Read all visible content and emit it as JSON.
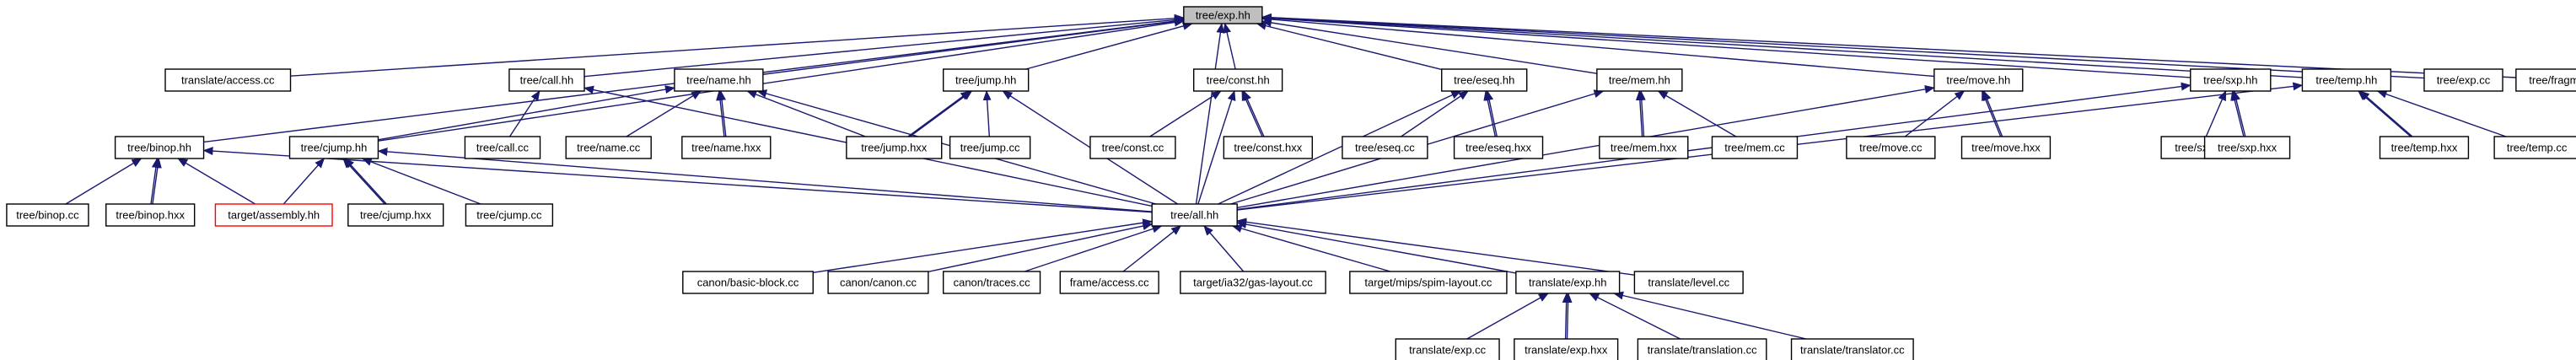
{
  "colors": {
    "edge": "#191970",
    "root_fill": "#bfbfbf",
    "missing_border": "#ff0000"
  },
  "nodes": {
    "exp_hh": {
      "label": "tree/exp.hh",
      "style": "root"
    },
    "tr_access": {
      "label": "translate/access.cc"
    },
    "call_hh": {
      "label": "tree/call.hh"
    },
    "name_hh": {
      "label": "tree/name.hh"
    },
    "jump_hh": {
      "label": "tree/jump.hh"
    },
    "const_hh": {
      "label": "tree/const.hh"
    },
    "eseq_hh": {
      "label": "tree/eseq.hh"
    },
    "mem_hh": {
      "label": "tree/mem.hh"
    },
    "move_hh": {
      "label": "tree/move.hh"
    },
    "sxp_hh": {
      "label": "tree/sxp.hh"
    },
    "temp_hh": {
      "label": "tree/temp.hh"
    },
    "exp_cc": {
      "label": "tree/exp.cc"
    },
    "fragment_cc": {
      "label": "tree/fragment.cc"
    },
    "binop_hh": {
      "label": "tree/binop.hh"
    },
    "cjump_hh": {
      "label": "tree/cjump.hh"
    },
    "call_cc": {
      "label": "tree/call.cc"
    },
    "name_cc": {
      "label": "tree/name.cc"
    },
    "name_hxx": {
      "label": "tree/name.hxx"
    },
    "jump_hxx": {
      "label": "tree/jump.hxx"
    },
    "jump_cc": {
      "label": "tree/jump.cc"
    },
    "const_cc": {
      "label": "tree/const.cc"
    },
    "const_hxx": {
      "label": "tree/const.hxx"
    },
    "eseq_cc": {
      "label": "tree/eseq.cc"
    },
    "eseq_hxx": {
      "label": "tree/eseq.hxx"
    },
    "mem_hxx": {
      "label": "tree/mem.hxx"
    },
    "mem_cc": {
      "label": "tree/mem.cc"
    },
    "move_cc": {
      "label": "tree/move.cc"
    },
    "move_hxx": {
      "label": "tree/move.hxx"
    },
    "sxp_cc": {
      "label": "tree/sxp.cc"
    },
    "sxp_hxx": {
      "label": "tree/sxp.hxx"
    },
    "temp_hxx": {
      "label": "tree/temp.hxx"
    },
    "temp_cc": {
      "label": "tree/temp.cc"
    },
    "binop_cc": {
      "label": "tree/binop.cc"
    },
    "binop_hxx": {
      "label": "tree/binop.hxx"
    },
    "assembly_hh": {
      "label": "target/assembly.hh",
      "style": "missing"
    },
    "cjump_hxx": {
      "label": "tree/cjump.hxx"
    },
    "cjump_cc": {
      "label": "tree/cjump.cc"
    },
    "all_hh": {
      "label": "tree/all.hh"
    },
    "basic_block": {
      "label": "canon/basic-block.cc"
    },
    "canon_cc": {
      "label": "canon/canon.cc"
    },
    "traces_cc": {
      "label": "canon/traces.cc"
    },
    "frame_access": {
      "label": "frame/access.cc"
    },
    "gas_layout": {
      "label": "target/ia32/gas-layout.cc"
    },
    "spim_layout": {
      "label": "target/mips/spim-layout.cc"
    },
    "tr_exp_hh": {
      "label": "translate/exp.hh"
    },
    "tr_level": {
      "label": "translate/level.cc"
    },
    "tr_exp_cc": {
      "label": "translate/exp.cc"
    },
    "tr_exp_hxx": {
      "label": "translate/exp.hxx"
    },
    "tr_translation": {
      "label": "translate/translation.cc"
    },
    "tr_translator": {
      "label": "translate/translator.cc"
    }
  },
  "edges": [
    [
      "tr_access",
      "exp_hh"
    ],
    [
      "call_hh",
      "exp_hh"
    ],
    [
      "name_hh",
      "exp_hh"
    ],
    [
      "jump_hh",
      "exp_hh"
    ],
    [
      "const_hh",
      "exp_hh"
    ],
    [
      "eseq_hh",
      "exp_hh"
    ],
    [
      "mem_hh",
      "exp_hh"
    ],
    [
      "move_hh",
      "exp_hh"
    ],
    [
      "sxp_hh",
      "exp_hh"
    ],
    [
      "temp_hh",
      "exp_hh"
    ],
    [
      "exp_cc",
      "exp_hh"
    ],
    [
      "fragment_cc",
      "exp_hh"
    ],
    [
      "binop_hh",
      "exp_hh"
    ],
    [
      "cjump_hh",
      "exp_hh"
    ],
    [
      "all_hh",
      "exp_hh"
    ],
    [
      "call_cc",
      "call_hh"
    ],
    [
      "all_hh",
      "call_hh"
    ],
    [
      "name_cc",
      "name_hh"
    ],
    [
      "name_hxx",
      "name_hh"
    ],
    [
      "jump_hxx",
      "name_hh"
    ],
    [
      "cjump_hh",
      "name_hh"
    ],
    [
      "all_hh",
      "name_hh"
    ],
    [
      "jump_hxx",
      "jump_hh"
    ],
    [
      "jump_cc",
      "jump_hh"
    ],
    [
      "all_hh",
      "jump_hh"
    ],
    [
      "const_cc",
      "const_hh"
    ],
    [
      "const_hxx",
      "const_hh"
    ],
    [
      "all_hh",
      "const_hh"
    ],
    [
      "eseq_cc",
      "eseq_hh"
    ],
    [
      "eseq_hxx",
      "eseq_hh"
    ],
    [
      "all_hh",
      "eseq_hh"
    ],
    [
      "mem_hxx",
      "mem_hh"
    ],
    [
      "mem_cc",
      "mem_hh"
    ],
    [
      "all_hh",
      "mem_hh"
    ],
    [
      "move_cc",
      "move_hh"
    ],
    [
      "move_hxx",
      "move_hh"
    ],
    [
      "all_hh",
      "move_hh"
    ],
    [
      "sxp_cc",
      "sxp_hh"
    ],
    [
      "sxp_hxx",
      "sxp_hh"
    ],
    [
      "all_hh",
      "sxp_hh"
    ],
    [
      "temp_hxx",
      "temp_hh"
    ],
    [
      "temp_cc",
      "temp_hh"
    ],
    [
      "all_hh",
      "temp_hh"
    ],
    [
      "binop_cc",
      "binop_hh"
    ],
    [
      "binop_hxx",
      "binop_hh"
    ],
    [
      "assembly_hh",
      "binop_hh"
    ],
    [
      "all_hh",
      "binop_hh"
    ],
    [
      "assembly_hh",
      "cjump_hh"
    ],
    [
      "cjump_hxx",
      "cjump_hh"
    ],
    [
      "cjump_cc",
      "cjump_hh"
    ],
    [
      "all_hh",
      "cjump_hh"
    ],
    [
      "basic_block",
      "all_hh"
    ],
    [
      "canon_cc",
      "all_hh"
    ],
    [
      "traces_cc",
      "all_hh"
    ],
    [
      "frame_access",
      "all_hh"
    ],
    [
      "gas_layout",
      "all_hh"
    ],
    [
      "spim_layout",
      "all_hh"
    ],
    [
      "tr_exp_hh",
      "all_hh"
    ],
    [
      "tr_level",
      "all_hh"
    ],
    [
      "tr_exp_cc",
      "tr_exp_hh"
    ],
    [
      "tr_exp_hxx",
      "tr_exp_hh"
    ],
    [
      "tr_translation",
      "tr_exp_hh"
    ],
    [
      "tr_translator",
      "tr_exp_hh"
    ]
  ],
  "double_edges": [
    [
      "name_hxx",
      "name_hh"
    ],
    [
      "jump_hxx",
      "jump_hh"
    ],
    [
      "const_hxx",
      "const_hh"
    ],
    [
      "eseq_hxx",
      "eseq_hh"
    ],
    [
      "mem_hxx",
      "mem_hh"
    ],
    [
      "move_hxx",
      "move_hh"
    ],
    [
      "sxp_hxx",
      "sxp_hh"
    ],
    [
      "temp_hxx",
      "temp_hh"
    ],
    [
      "binop_hxx",
      "binop_hh"
    ],
    [
      "cjump_hxx",
      "cjump_hh"
    ],
    [
      "tr_exp_hxx",
      "tr_exp_hh"
    ]
  ]
}
